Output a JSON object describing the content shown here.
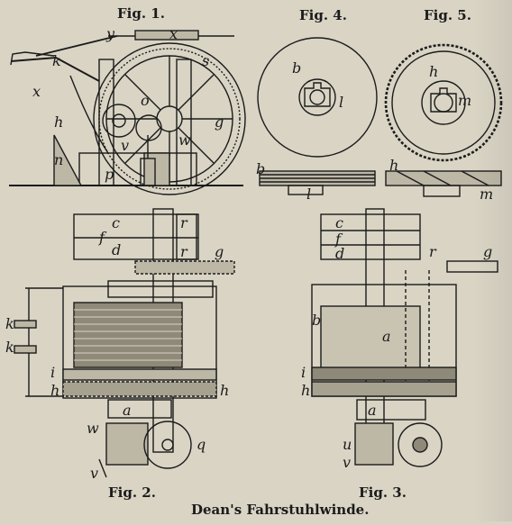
{
  "figures": {
    "fig1": "Fig. 1.",
    "fig2": "Fig. 2.",
    "fig3": "Fig. 3.",
    "fig4": "Fig. 4.",
    "fig5": "Fig. 5."
  },
  "caption": "Dean's Fahrstuhlwinde.",
  "letters": {
    "fig1": [
      "y",
      "x",
      "k",
      "x",
      "h",
      "n",
      "o",
      "v",
      "w",
      "p",
      "g",
      "s"
    ],
    "fig2": [
      "c",
      "d",
      "f",
      "r",
      "r",
      "g",
      "k",
      "k",
      "i",
      "h",
      "h",
      "a",
      "w",
      "v",
      "q"
    ],
    "fig3": [
      "c",
      "f",
      "d",
      "r",
      "g",
      "b",
      "a",
      "i",
      "h",
      "a",
      "u",
      "v"
    ],
    "fig4": [
      "b",
      "l",
      "b",
      "l"
    ],
    "fig5": [
      "h",
      "m",
      "h",
      "m"
    ]
  },
  "colors": {
    "paper": "#d9d4c4",
    "ink": "#1b1b1b"
  }
}
